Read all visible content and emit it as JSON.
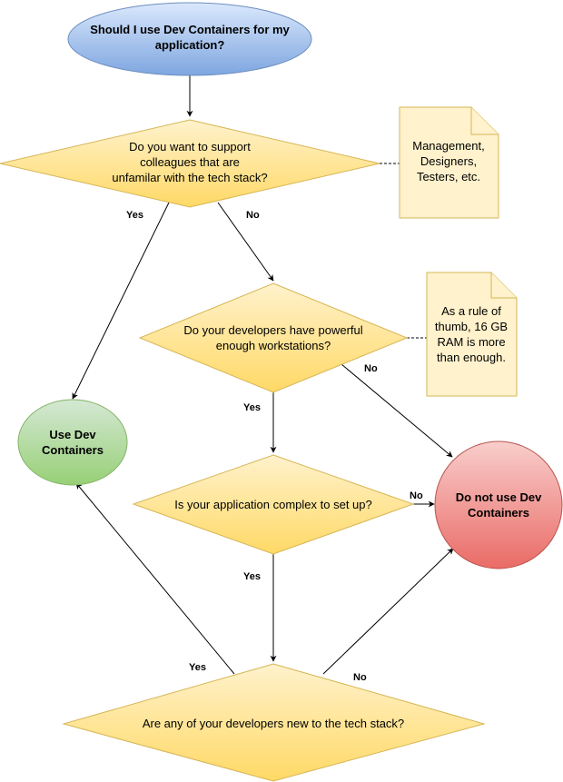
{
  "start": {
    "lines": [
      "Should I use Dev Containers for my",
      "application?"
    ],
    "fill": "#7ea6e0",
    "stroke": "#6c8ebf"
  },
  "decisions": {
    "q1": {
      "lines": [
        "Do you want to support",
        "colleagues that are",
        "unfamilar with the tech stack?"
      ]
    },
    "q2": {
      "lines": [
        "Do your developers have powerful",
        "enough workstations?"
      ]
    },
    "q3": {
      "lines": [
        "Is your application complex to set up?"
      ]
    },
    "q4": {
      "lines": [
        "Are any of your developers new to the tech stack?"
      ]
    },
    "fill": "#ffd966",
    "stroke": "#d6b656"
  },
  "notes": {
    "n1": {
      "lines": [
        "Management,",
        "Designers,",
        "Testers, etc."
      ]
    },
    "n2": {
      "lines": [
        "As a rule of",
        "thumb, 16 GB",
        "RAM is more",
        "than enough."
      ]
    },
    "fill": "#fff2cc",
    "stroke": "#d6b656"
  },
  "outcomes": {
    "use": {
      "lines": [
        "Use Dev",
        "Containers"
      ],
      "fill": "#97d077",
      "stroke": "#82b366"
    },
    "dont": {
      "lines": [
        "Do not use Dev",
        "Containers"
      ],
      "fill": "#ea6b66",
      "stroke": "#b85450"
    }
  },
  "edge_labels": {
    "q1_yes": "Yes",
    "q1_no": "No",
    "q2_yes": "Yes",
    "q2_no": "No",
    "q3_yes": "Yes",
    "q3_no": "No",
    "q4_yes": "Yes",
    "q4_no": "No"
  }
}
